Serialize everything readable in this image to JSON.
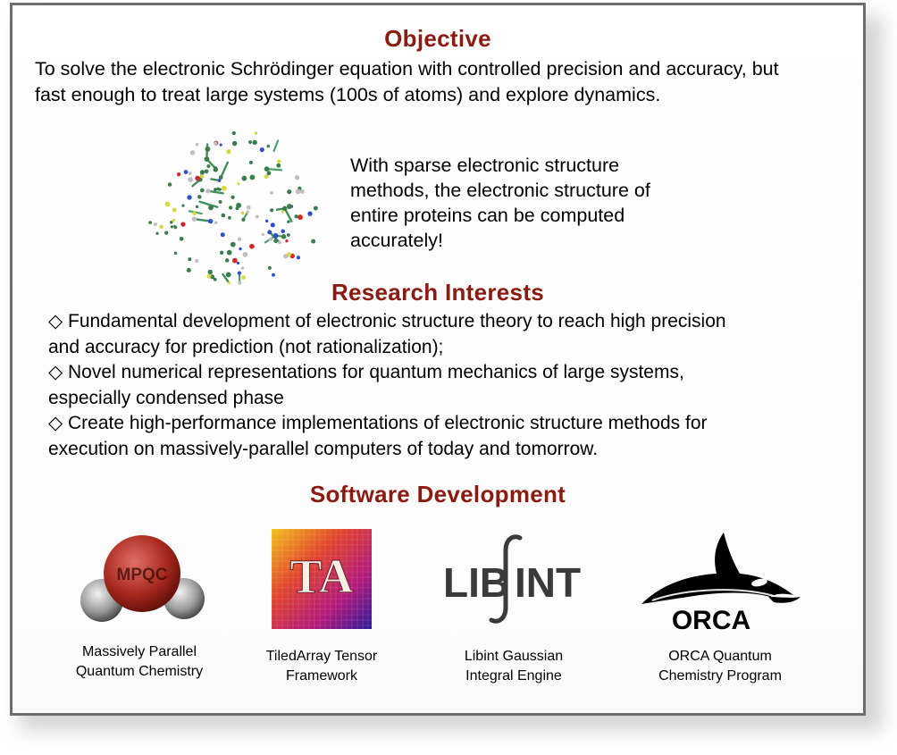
{
  "objective": {
    "title": "Objective",
    "text_line1": "To solve the electronic Schrödinger equation with controlled precision and accuracy, but",
    "text_line2": "fast enough to treat large systems (100s of atoms) and explore dynamics."
  },
  "protein": {
    "caption_lines": [
      "With sparse electronic structure",
      "methods, the electronic structure of",
      "entire proteins can be computed",
      "accurately!"
    ]
  },
  "research": {
    "title": "Research Interests",
    "bullet_symbol": "◇",
    "items": [
      {
        "line1": "Fundamental development of electronic structure theory to reach high precision",
        "line2": "and accuracy for prediction (not rationalization);"
      },
      {
        "line1": "Novel numerical representations for quantum mechanics of large systems,",
        "line2": "especially condensed phase"
      },
      {
        "line1": "Create high-performance implementations of electronic structure methods for",
        "line2": "execution on massively-parallel computers of today and tomorrow."
      }
    ]
  },
  "software": {
    "title": "Software Development",
    "items": [
      {
        "logo_text": "MPQC",
        "caption_line1": "Massively Parallel",
        "caption_line2": "Quantum Chemistry"
      },
      {
        "logo_text": "TA",
        "caption_line1": "TiledArray Tensor",
        "caption_line2": "Framework"
      },
      {
        "logo_text_left": "LIB",
        "logo_text_right": "INT",
        "caption_line1": "Libint Gaussian",
        "caption_line2": "Integral Engine"
      },
      {
        "logo_text": "ORCA",
        "caption_line1": "ORCA Quantum",
        "caption_line2": "Chemistry Program"
      }
    ]
  },
  "colors": {
    "heading": "#8b1a10",
    "frame_border": "#6e6e6e"
  }
}
